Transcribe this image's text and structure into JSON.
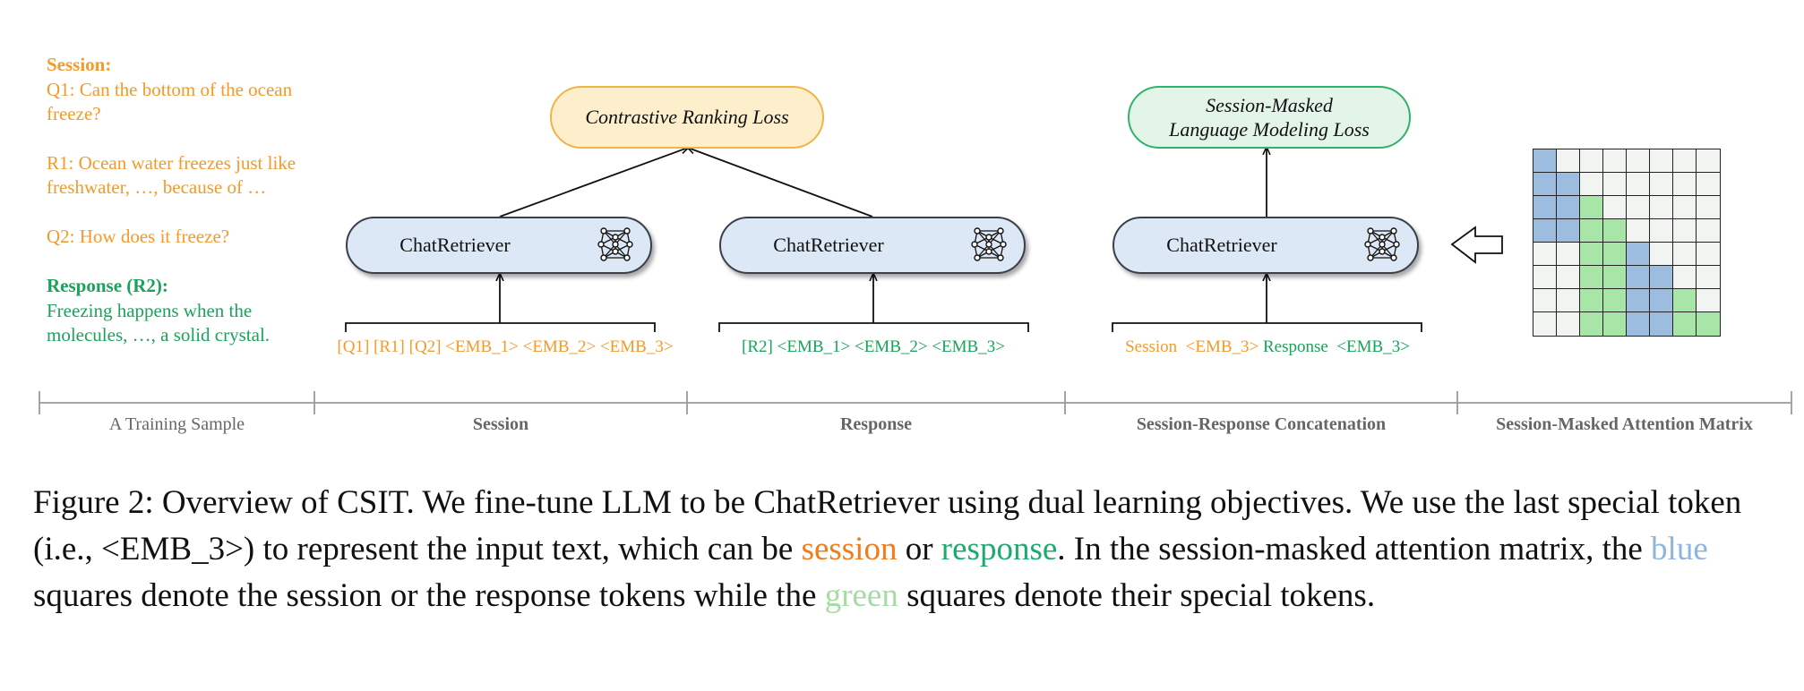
{
  "sample": {
    "session_heading": "Session:",
    "q1_line1": "Q1: Can the bottom of the ocean",
    "q1_line2": "freeze?",
    "r1_line1": "R1: Ocean water freezes just like",
    "r1_line2": "freshwater, …, because of …",
    "q2": "Q2: How does it freeze?",
    "response_heading": "Response (R2):",
    "resp_line1": "Freezing happens when the",
    "resp_line2": "molecules, …, a solid crystal."
  },
  "losses": {
    "contrastive": "Contrastive Ranking Loss",
    "smlm_line1": "Session-Masked",
    "smlm_line2": "Language Modeling Loss"
  },
  "model_label": "ChatRetriever",
  "inputs": {
    "session": "[Q1] [R1] [Q2] <EMB_1> <EMB_2> <EMB_3>",
    "response": "[R2] <EMB_1> <EMB_2> <EMB_3>",
    "concat_session": "Session",
    "concat_session_emb": "<EMB_3>",
    "concat_response": "Response",
    "concat_response_emb": "<EMB_3>"
  },
  "sections": [
    "A Training Sample",
    "Session",
    "Response",
    "Session-Response Concatenation",
    "Session-Masked Attention Matrix"
  ],
  "attention_matrix": {
    "size": 8,
    "legend": {
      "0": "empty",
      "1": "blue",
      "2": "green"
    },
    "rows": [
      [
        1,
        0,
        0,
        0,
        0,
        0,
        0,
        0
      ],
      [
        1,
        1,
        0,
        0,
        0,
        0,
        0,
        0
      ],
      [
        1,
        1,
        2,
        0,
        0,
        0,
        0,
        0
      ],
      [
        1,
        1,
        2,
        2,
        0,
        0,
        0,
        0
      ],
      [
        0,
        0,
        2,
        2,
        1,
        0,
        0,
        0
      ],
      [
        0,
        0,
        2,
        2,
        1,
        1,
        0,
        0
      ],
      [
        0,
        0,
        2,
        2,
        1,
        1,
        2,
        0
      ],
      [
        0,
        0,
        2,
        2,
        1,
        1,
        2,
        2
      ]
    ],
    "colors": {
      "empty": "#F2F4F2",
      "blue": "#9CBCE0",
      "green": "#A8E6A8"
    }
  },
  "colors": {
    "session": "#F39A2B",
    "response": "#1AA35A",
    "model_fill": "#DCE8F5",
    "contrastive_fill": "#FDEFCB",
    "contrastive_border": "#F1B442",
    "smlm_fill": "#E3F4E8",
    "smlm_border": "#2FB36A"
  },
  "caption": {
    "part1": "Figure 2: Overview of CSIT. We fine-tune LLM to be ChatRetriever using dual learning objectives. We use the last special token (i.e., <EMB_3>) to represent the input text, which can be ",
    "session_word": "session",
    "or_word": " or ",
    "response_word": "response",
    "part2": ". In the session-masked attention matrix, the ",
    "blue_word": "blue",
    "part3": " squares denote the session or the response tokens while the ",
    "green_word": "green",
    "part4": " squares denote their special tokens."
  }
}
